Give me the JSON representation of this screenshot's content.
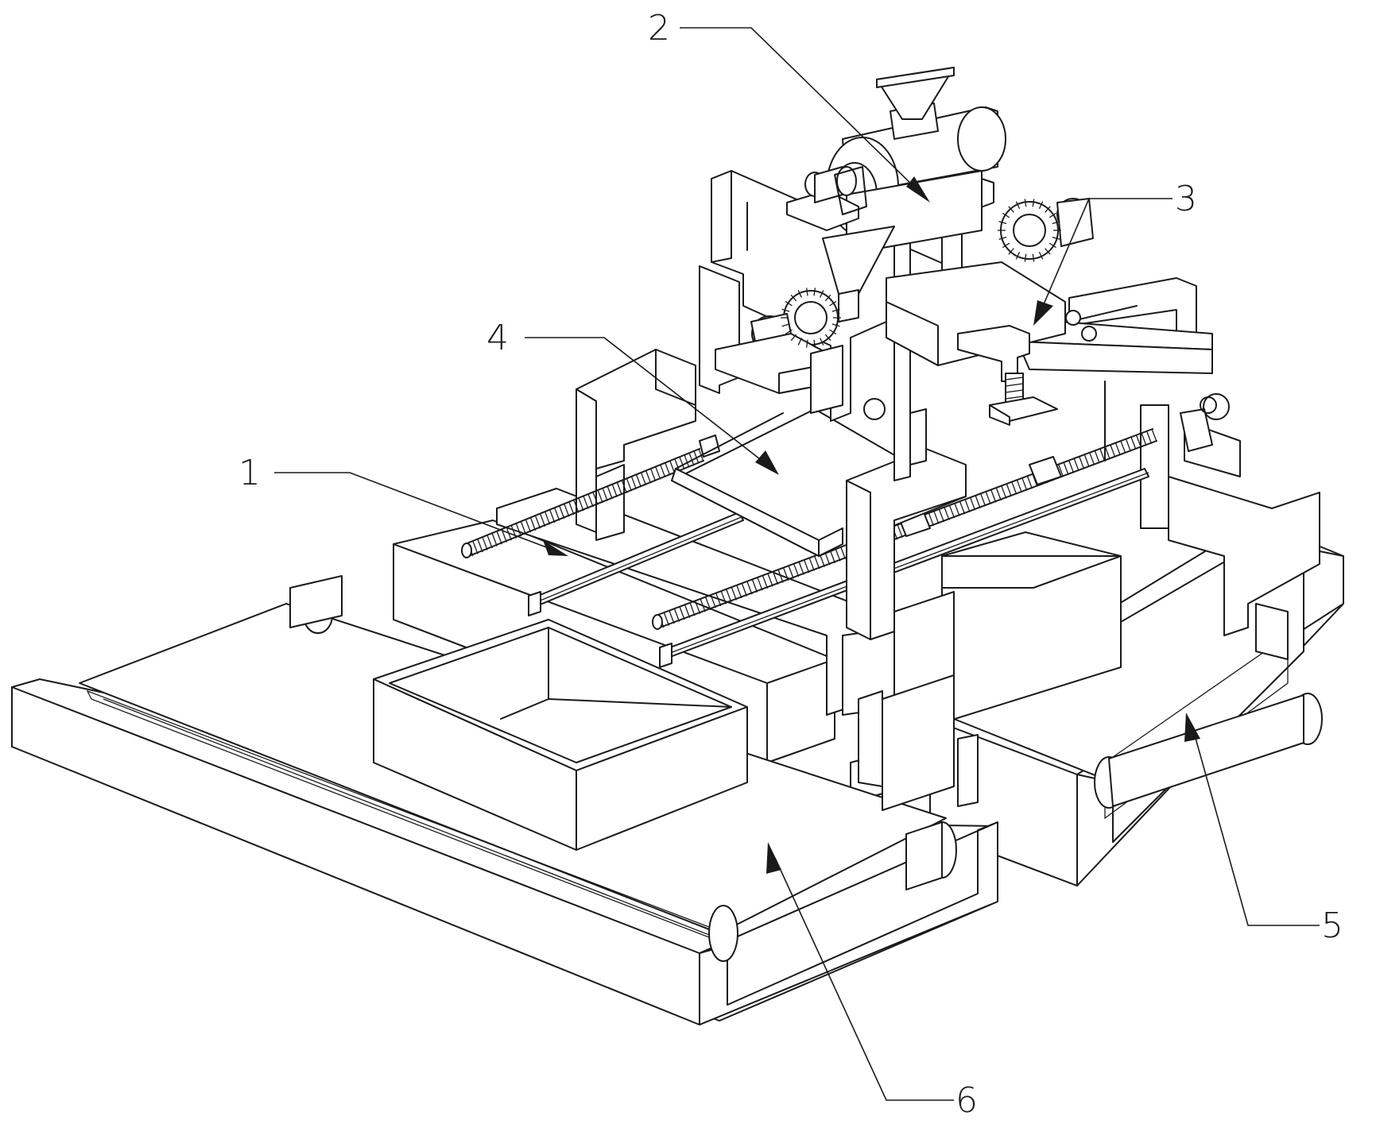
{
  "diagram": {
    "stroke_color": "#1a1a1a",
    "background": "#ffffff",
    "callouts": [
      {
        "id": "1",
        "label": "1"
      },
      {
        "id": "2",
        "label": "2"
      },
      {
        "id": "3",
        "label": "3"
      },
      {
        "id": "4",
        "label": "4"
      },
      {
        "id": "5",
        "label": "5"
      },
      {
        "id": "6",
        "label": "6"
      }
    ]
  }
}
